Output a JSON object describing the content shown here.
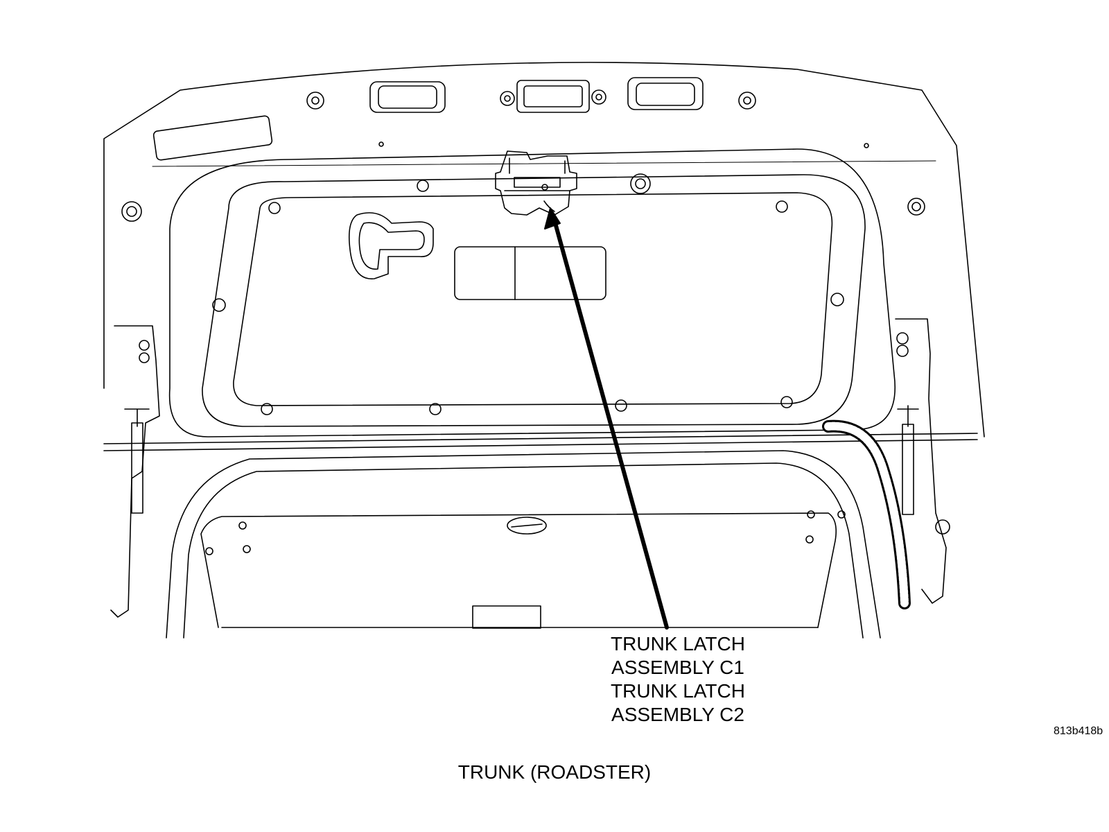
{
  "callout": {
    "line1": "TRUNK LATCH",
    "line2": "ASSEMBLY C1",
    "line3": "TRUNK LATCH",
    "line4": "ASSEMBLY C2"
  },
  "figure_id": "813b418b",
  "caption": "TRUNK  (ROADSTER)"
}
